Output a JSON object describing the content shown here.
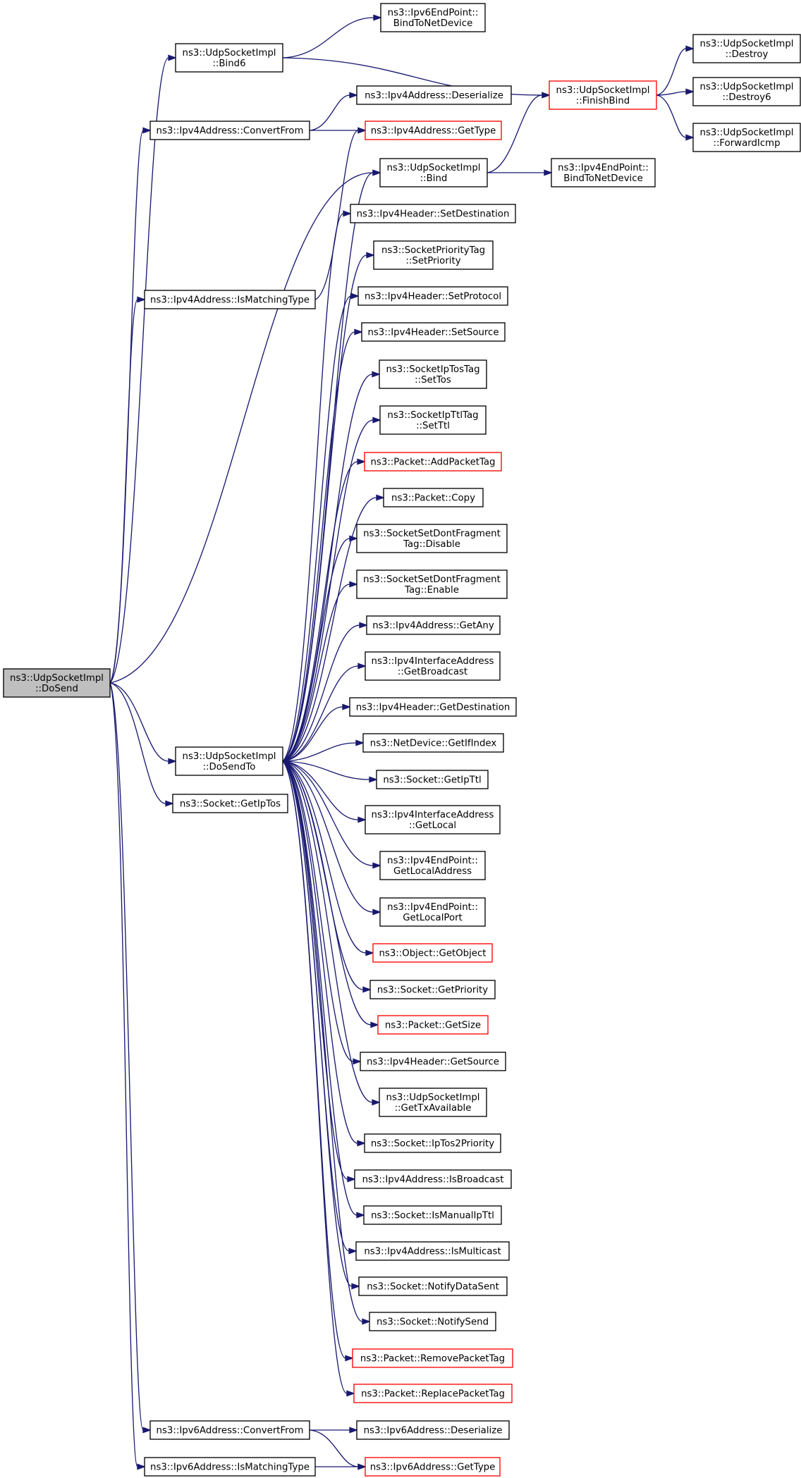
{
  "diagram": {
    "nodes": [
      {
        "id": "dosend",
        "lines": [
          "ns3::UdpSocketImpl",
          "::DoSend"
        ],
        "style": "current"
      },
      {
        "id": "bind6",
        "lines": [
          "ns3::UdpSocketImpl",
          "::Bind6"
        ]
      },
      {
        "id": "ipv6ep_bindnd",
        "lines": [
          "ns3::Ipv6EndPoint::",
          "BindToNetDevice"
        ]
      },
      {
        "id": "finishbind",
        "lines": [
          "ns3::UdpSocketImpl",
          "::FinishBind"
        ],
        "style": "truncated"
      },
      {
        "id": "destroy",
        "lines": [
          "ns3::UdpSocketImpl",
          "::Destroy"
        ]
      },
      {
        "id": "destroy6",
        "lines": [
          "ns3::UdpSocketImpl",
          "::Destroy6"
        ]
      },
      {
        "id": "forwardicmp",
        "lines": [
          "ns3::UdpSocketImpl",
          "::ForwardIcmp"
        ]
      },
      {
        "id": "ipv4_deserialize",
        "lines": [
          "ns3::Ipv4Address::Deserialize"
        ]
      },
      {
        "id": "ipv4_convertfrom",
        "lines": [
          "ns3::Ipv4Address::ConvertFrom"
        ]
      },
      {
        "id": "ipv4_gettype",
        "lines": [
          "ns3::Ipv4Address::GetType"
        ],
        "style": "truncated"
      },
      {
        "id": "bind",
        "lines": [
          "ns3::UdpSocketImpl",
          "::Bind"
        ]
      },
      {
        "id": "ipv4ep_bindnd",
        "lines": [
          "ns3::Ipv4EndPoint::",
          "BindToNetDevice"
        ]
      },
      {
        "id": "setdestination",
        "lines": [
          "ns3::Ipv4Header::SetDestination"
        ]
      },
      {
        "id": "setpriority",
        "lines": [
          "ns3::SocketPriorityTag",
          "::SetPriority"
        ]
      },
      {
        "id": "ipv4_ismatching",
        "lines": [
          "ns3::Ipv4Address::IsMatchingType"
        ]
      },
      {
        "id": "setprotocol",
        "lines": [
          "ns3::Ipv4Header::SetProtocol"
        ]
      },
      {
        "id": "setsource",
        "lines": [
          "ns3::Ipv4Header::SetSource"
        ]
      },
      {
        "id": "settos",
        "lines": [
          "ns3::SocketIpTosTag",
          "::SetTos"
        ]
      },
      {
        "id": "setttl",
        "lines": [
          "ns3::SocketIpTtlTag",
          "::SetTtl"
        ]
      },
      {
        "id": "addpackettag",
        "lines": [
          "ns3::Packet::AddPacketTag"
        ],
        "style": "truncated"
      },
      {
        "id": "copy",
        "lines": [
          "ns3::Packet::Copy"
        ]
      },
      {
        "id": "dontfrag_disable",
        "lines": [
          "ns3::SocketSetDontFragment",
          "Tag::Disable"
        ]
      },
      {
        "id": "dontfrag_enable",
        "lines": [
          "ns3::SocketSetDontFragment",
          "Tag::Enable"
        ]
      },
      {
        "id": "getany",
        "lines": [
          "ns3::Ipv4Address::GetAny"
        ]
      },
      {
        "id": "getbroadcast",
        "lines": [
          "ns3::Ipv4InterfaceAddress",
          "::GetBroadcast"
        ]
      },
      {
        "id": "getdestination",
        "lines": [
          "ns3::Ipv4Header::GetDestination"
        ]
      },
      {
        "id": "dosendto",
        "lines": [
          "ns3::UdpSocketImpl",
          "::DoSendTo"
        ]
      },
      {
        "id": "getifindex",
        "lines": [
          "ns3::NetDevice::GetIfIndex"
        ]
      },
      {
        "id": "getipttl",
        "lines": [
          "ns3::Socket::GetIpTtl"
        ]
      },
      {
        "id": "getiptos",
        "lines": [
          "ns3::Socket::GetIpTos"
        ]
      },
      {
        "id": "getlocal",
        "lines": [
          "ns3::Ipv4InterfaceAddress",
          "::GetLocal"
        ]
      },
      {
        "id": "getlocaladdress",
        "lines": [
          "ns3::Ipv4EndPoint::",
          "GetLocalAddress"
        ]
      },
      {
        "id": "getlocalport",
        "lines": [
          "ns3::Ipv4EndPoint::",
          "GetLocalPort"
        ]
      },
      {
        "id": "getobject",
        "lines": [
          "ns3::Object::GetObject"
        ],
        "style": "truncated"
      },
      {
        "id": "getpriority",
        "lines": [
          "ns3::Socket::GetPriority"
        ]
      },
      {
        "id": "getsize",
        "lines": [
          "ns3::Packet::GetSize"
        ],
        "style": "truncated"
      },
      {
        "id": "getsource",
        "lines": [
          "ns3::Ipv4Header::GetSource"
        ]
      },
      {
        "id": "gettxavailable",
        "lines": [
          "ns3::UdpSocketImpl",
          "::GetTxAvailable"
        ]
      },
      {
        "id": "iptos2priority",
        "lines": [
          "ns3::Socket::IpTos2Priority"
        ]
      },
      {
        "id": "isbroadcast",
        "lines": [
          "ns3::Ipv4Address::IsBroadcast"
        ]
      },
      {
        "id": "ismanualipttl",
        "lines": [
          "ns3::Socket::IsManualIpTtl"
        ]
      },
      {
        "id": "ismulticast",
        "lines": [
          "ns3::Ipv4Address::IsMulticast"
        ]
      },
      {
        "id": "notifydatasent",
        "lines": [
          "ns3::Socket::NotifyDataSent"
        ]
      },
      {
        "id": "notifysend",
        "lines": [
          "ns3::Socket::NotifySend"
        ]
      },
      {
        "id": "removepackettag",
        "lines": [
          "ns3::Packet::RemovePacketTag"
        ],
        "style": "truncated"
      },
      {
        "id": "replacepackettag",
        "lines": [
          "ns3::Packet::ReplacePacketTag"
        ],
        "style": "truncated"
      },
      {
        "id": "ipv6_convertfrom",
        "lines": [
          "ns3::Ipv6Address::ConvertFrom"
        ]
      },
      {
        "id": "ipv6_deserialize",
        "lines": [
          "ns3::Ipv6Address::Deserialize"
        ]
      },
      {
        "id": "ipv6_ismatching",
        "lines": [
          "ns3::Ipv6Address::IsMatchingType"
        ]
      },
      {
        "id": "ipv6_gettype",
        "lines": [
          "ns3::Ipv6Address::GetType"
        ],
        "style": "truncated"
      }
    ],
    "edges": [
      {
        "from": "dosend",
        "to": "bind6"
      },
      {
        "from": "dosend",
        "to": "ipv4_convertfrom"
      },
      {
        "from": "dosend",
        "to": "ipv4_ismatching"
      },
      {
        "from": "dosend",
        "to": "bind"
      },
      {
        "from": "dosend",
        "to": "dosendto"
      },
      {
        "from": "dosend",
        "to": "getiptos"
      },
      {
        "from": "dosend",
        "to": "ipv6_convertfrom"
      },
      {
        "from": "dosend",
        "to": "ipv6_ismatching"
      },
      {
        "from": "bind6",
        "to": "ipv6ep_bindnd"
      },
      {
        "from": "bind6",
        "to": "finishbind"
      },
      {
        "from": "finishbind",
        "to": "destroy"
      },
      {
        "from": "finishbind",
        "to": "destroy6"
      },
      {
        "from": "finishbind",
        "to": "forwardicmp"
      },
      {
        "from": "ipv4_convertfrom",
        "to": "ipv4_deserialize"
      },
      {
        "from": "ipv4_convertfrom",
        "to": "ipv4_gettype"
      },
      {
        "from": "ipv4_ismatching",
        "to": "ipv4_gettype"
      },
      {
        "from": "bind",
        "to": "finishbind"
      },
      {
        "from": "bind",
        "to": "ipv4ep_bindnd"
      },
      {
        "from": "dosendto",
        "to": "bind"
      },
      {
        "from": "dosendto",
        "to": "setdestination"
      },
      {
        "from": "dosendto",
        "to": "setpriority"
      },
      {
        "from": "dosendto",
        "to": "setprotocol"
      },
      {
        "from": "dosendto",
        "to": "setsource"
      },
      {
        "from": "dosendto",
        "to": "settos"
      },
      {
        "from": "dosendto",
        "to": "setttl"
      },
      {
        "from": "dosendto",
        "to": "addpackettag"
      },
      {
        "from": "dosendto",
        "to": "copy"
      },
      {
        "from": "dosendto",
        "to": "dontfrag_disable"
      },
      {
        "from": "dosendto",
        "to": "dontfrag_enable"
      },
      {
        "from": "dosendto",
        "to": "getany"
      },
      {
        "from": "dosendto",
        "to": "getbroadcast"
      },
      {
        "from": "dosendto",
        "to": "getdestination"
      },
      {
        "from": "dosendto",
        "to": "getifindex"
      },
      {
        "from": "dosendto",
        "to": "getipttl"
      },
      {
        "from": "dosendto",
        "to": "getlocal"
      },
      {
        "from": "dosendto",
        "to": "getlocaladdress"
      },
      {
        "from": "dosendto",
        "to": "getlocalport"
      },
      {
        "from": "dosendto",
        "to": "getobject"
      },
      {
        "from": "dosendto",
        "to": "getpriority"
      },
      {
        "from": "dosendto",
        "to": "getsize"
      },
      {
        "from": "dosendto",
        "to": "getsource"
      },
      {
        "from": "dosendto",
        "to": "gettxavailable"
      },
      {
        "from": "dosendto",
        "to": "iptos2priority"
      },
      {
        "from": "dosendto",
        "to": "isbroadcast"
      },
      {
        "from": "dosendto",
        "to": "ismanualipttl"
      },
      {
        "from": "dosendto",
        "to": "ismulticast"
      },
      {
        "from": "dosendto",
        "to": "notifydatasent"
      },
      {
        "from": "dosendto",
        "to": "notifysend"
      },
      {
        "from": "dosendto",
        "to": "removepackettag"
      },
      {
        "from": "dosendto",
        "to": "replacepackettag"
      },
      {
        "from": "ipv6_convertfrom",
        "to": "ipv6_deserialize"
      },
      {
        "from": "ipv6_convertfrom",
        "to": "ipv6_gettype"
      },
      {
        "from": "ipv6_ismatching",
        "to": "ipv6_gettype"
      }
    ]
  },
  "colors": {
    "edge": "#191970",
    "node_border": "#000000",
    "truncated_border": "#ff0000",
    "current_fill": "#bfbfbf",
    "node_fill": "#ffffff"
  }
}
